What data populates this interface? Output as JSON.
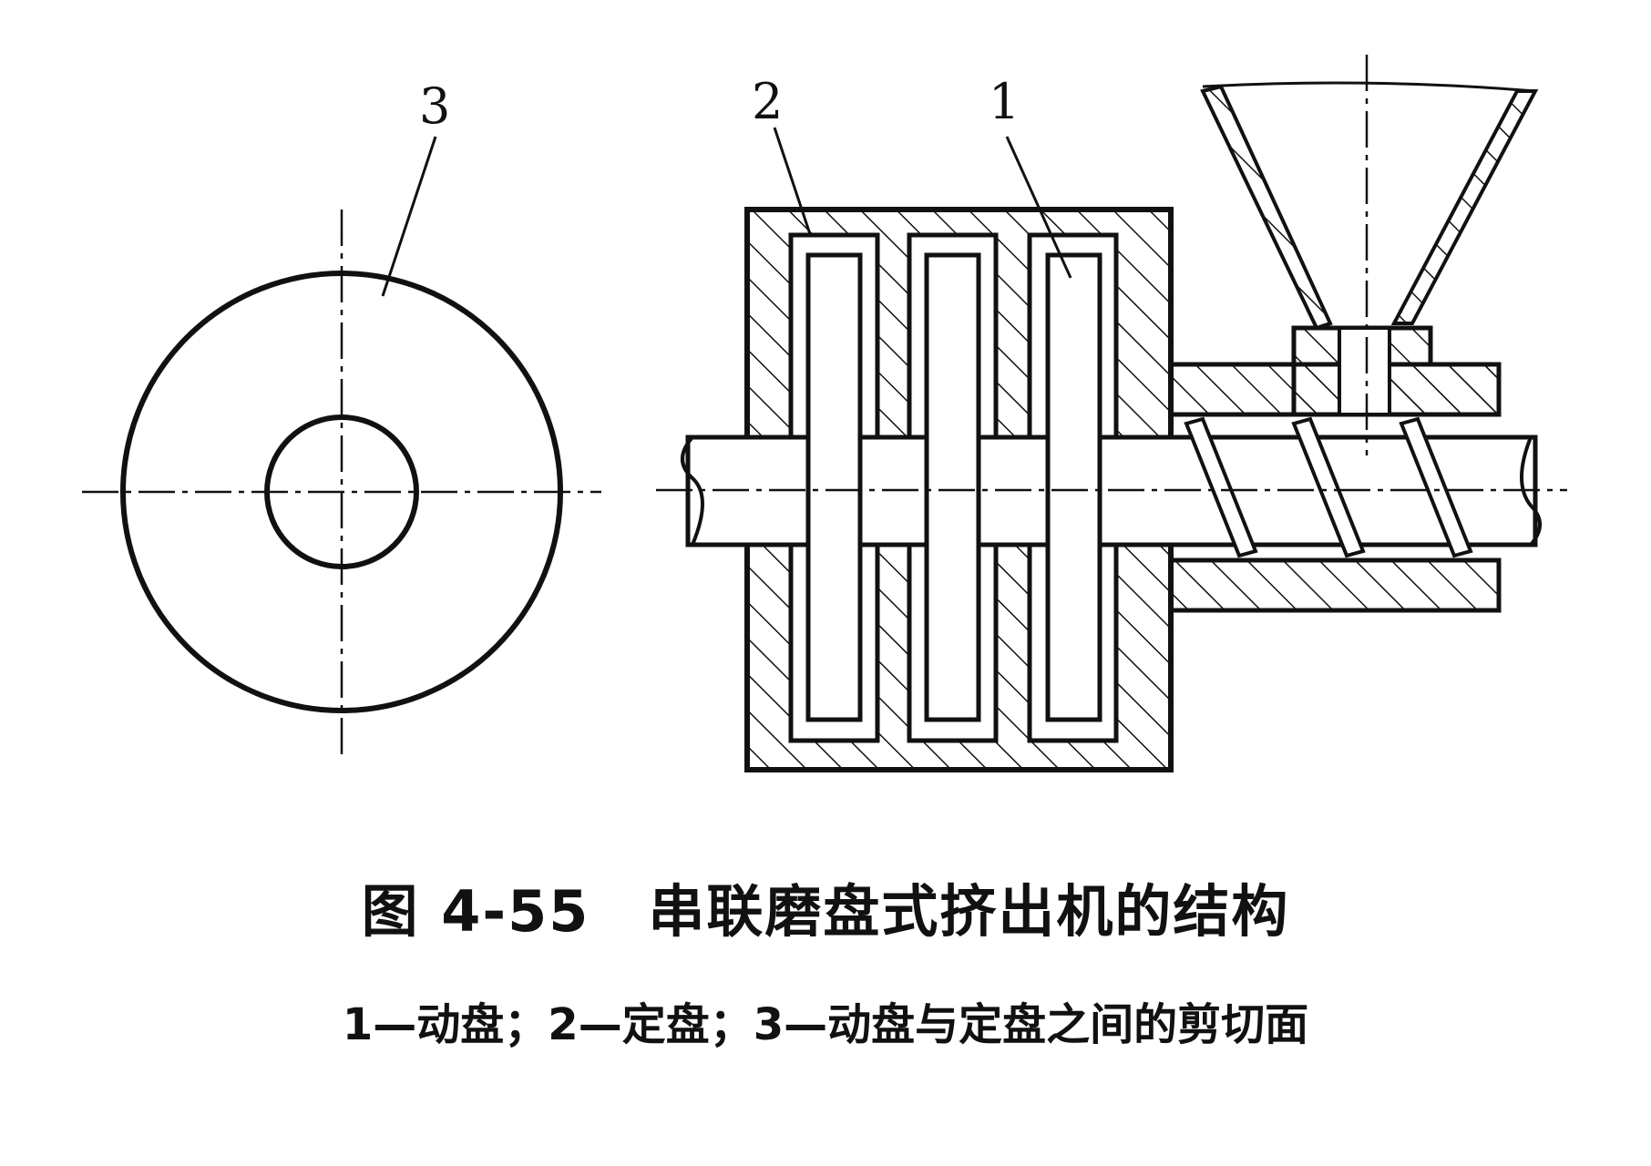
{
  "callouts": {
    "moving_disc": "1",
    "fixed_disc": "2",
    "shear_surface": "3"
  },
  "caption": {
    "title": "图 4-55　串联磨盘式挤出机的结构",
    "legend": "1—动盘；2—定盘；3—动盘与定盘之间的剪切面"
  }
}
